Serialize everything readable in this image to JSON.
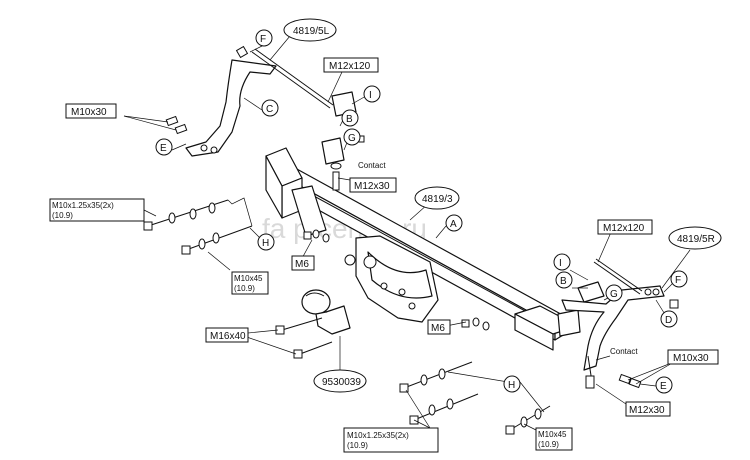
{
  "watermark": "fa    p-center.ru",
  "part_numbers": {
    "left_bracket": "4819/5L",
    "cross_beam": "4819/3",
    "right_bracket": "4819/5R",
    "ball": "9530039"
  },
  "letters": {
    "F_left": "F",
    "C": "C",
    "E_left": "E",
    "I_left": "I",
    "B_left": "B",
    "G_left": "G",
    "A": "A",
    "H_left": "H",
    "I_right": "I",
    "B_right": "B",
    "G_right": "G",
    "F_right": "F",
    "D": "D",
    "E_right": "E",
    "H_right": "H"
  },
  "fasteners": {
    "m12x120_left": "M12x120",
    "m10x30_left": "M10x30",
    "m12x30_left": "M12x30",
    "m10x125_left": "M10x1.25x35(2x)",
    "m10x125_left_grade": "(10.9)",
    "m6_left": "M6",
    "m10x45_left": "M10x45",
    "m10x45_left_grade": "(10.9)",
    "m16x40": "M16x40",
    "m6_right": "M6",
    "m12x120_right": "M12x120",
    "m10x30_right": "M10x30",
    "m12x30_right": "M12x30",
    "m10x125_right": "M10x1.25x35(2x)",
    "m10x125_right_grade": "(10.9)",
    "m10x45_right": "M10x45",
    "m10x45_right_grade": "(10.9)"
  },
  "notes": {
    "contact_left": "Contact",
    "contact_right": "Contact"
  }
}
